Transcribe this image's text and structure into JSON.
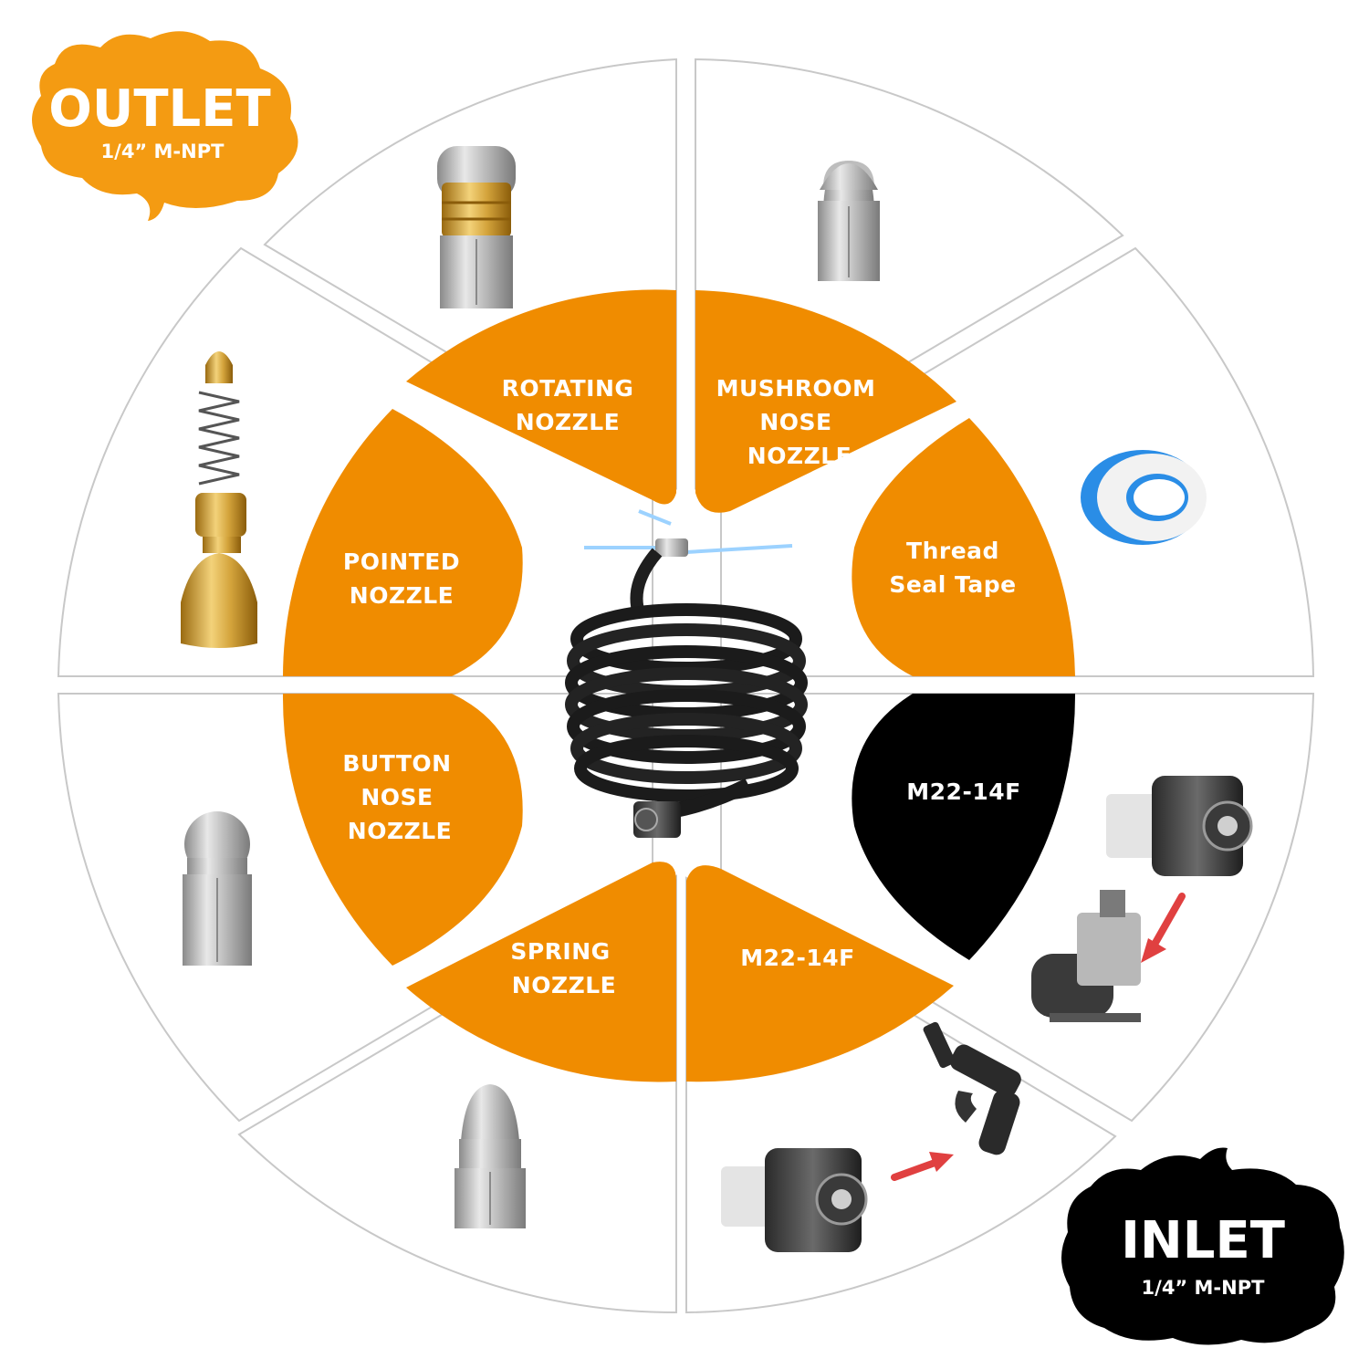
{
  "outlet": {
    "title": "OUTLET",
    "spec": "1/4” M-NPT"
  },
  "inlet": {
    "title": "INLET",
    "spec": "1/4” M-NPT"
  },
  "segments": {
    "rotating": {
      "line1": "ROTATING",
      "line2": "NOZZLE"
    },
    "mushroom": {
      "line1": "MUSHROOM",
      "line2": "NOSE",
      "line3": "NOZZLE"
    },
    "pointed": {
      "line1": "POINTED",
      "line2": "NOZZLE"
    },
    "thread": {
      "line1": "Thread",
      "line2": "Seal Tape"
    },
    "button": {
      "line1": "BUTTON",
      "line2": "NOSE",
      "line3": "NOZZLE"
    },
    "m22_black": {
      "line1": "M22-14F"
    },
    "spring": {
      "line1": "SPRING",
      "line2": "NOZZLE"
    },
    "m22_orange": {
      "line1": "M22-14F"
    }
  },
  "colors": {
    "accent": "#f08c00",
    "dark": "#000000",
    "outline": "#c8c8c8"
  }
}
